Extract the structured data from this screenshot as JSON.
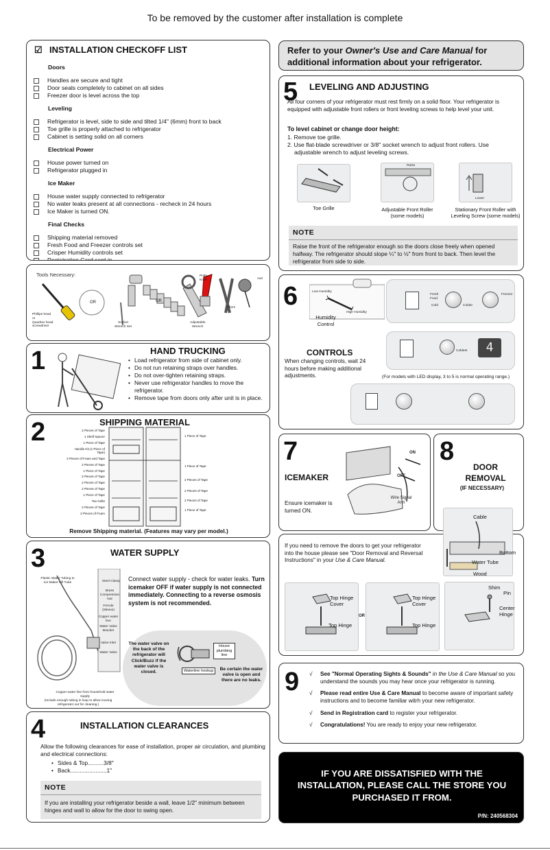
{
  "top_notice": "To be removed by the customer after installation is complete",
  "checklist": {
    "title": "INSTALLATION CHECKOFF LIST",
    "groups": [
      {
        "heading": "Doors",
        "items": [
          "Handles are secure and tight",
          "Door seals completely to cabinet on all sides",
          "Freezer door is level across the top"
        ]
      },
      {
        "heading": "Leveling",
        "items": [
          "Refrigerator is level, side to side and tilted 1/4\" (6mm) front to back",
          "Toe grille is properly attached to refrigerator",
          "Cabinet is setting solid on all corners"
        ]
      },
      {
        "heading": "Electrical Power",
        "items": [
          "House power turned on",
          "Refrigerator plugged in"
        ]
      },
      {
        "heading": "Ice Maker",
        "items": [
          "House water supply connected to refrigerator",
          "No water leaks present at all connections - recheck in 24 hours",
          "Ice Maker is turned ON."
        ]
      },
      {
        "heading": "Final Checks",
        "items": [
          "Shipping material removed",
          "Fresh Food and Freezer controls set",
          "Crisper Humidity controls set",
          "Registration Card sent in"
        ]
      }
    ]
  },
  "tools": {
    "title": "Tools Necessary:",
    "labels": {
      "phillips": "Phillips head",
      "or1": "or",
      "quadrex": "Quadrex head",
      "screwdriver": "screwdriver",
      "or2": "OR",
      "socket": "Socket",
      "wrench_set": "Wrench Set",
      "or3": "OR",
      "adjustable": "Adjustable",
      "wrench": "Wrench",
      "putty": "Putty",
      "knife": "Knife",
      "awl": "Awl",
      "pliers": "Pliers"
    }
  },
  "s1": {
    "num": "1",
    "title": "HAND TRUCKING",
    "bullets": [
      "Load refrigerator from side of cabinet only.",
      "Do not run retaining straps over handles.",
      "Do not over-tighten retaining straps.",
      "Never use refrigerator handles to move the refrigerator.",
      "Remove tape from doors only after unit is in place."
    ]
  },
  "s2": {
    "num": "2",
    "title": "SHIPPING MATERIAL",
    "caption": "Remove Shipping material. (Features may vary per model.)",
    "left_labels": [
      "2 Pieces of Tape",
      "1 Shelf Spacer",
      "1 Piece of Tape",
      "Handle Kit (1 Piece of Tape)",
      "2 Pieces of Foam and Tape",
      "2 Pieces of Tape",
      "1 Piece of Tape",
      "2 Pieces of Tape",
      "2 Pieces of Tape",
      "2 Pieces of Tape",
      "1 Piece of Tape",
      "Toe Grille",
      "2 Pieces of Tape",
      "2 Pieces of Foam"
    ],
    "right_labels": [
      "1 Piece of Tape",
      "1 Piece of Tape",
      "2 Pieces of Tape",
      "2 Pieces of Tape",
      "2 Pieces of Tape",
      "1 Piece of Tape"
    ]
  },
  "s3": {
    "num": "3",
    "title": "WATER SUPPLY",
    "intro": "Connect water supply - check for water leaks.",
    "warn": "Turn icemaker OFF if water supply is not connected immediately. Connecting to a reverse osmosis system is not recommended.",
    "labels": [
      "Plastic Water Tubing to Ice Maker Fill Tube",
      "Steel Clamp",
      "Brass Compression Nut",
      "Ferrule (Sleeve)",
      "Copper water line",
      "Water Valve Bracket",
      "Valve Inlet",
      "Water Valve",
      "Copper water line from household water supply",
      "(Include enough tubing in loop to allow moving refrigerator out for cleaning.)"
    ],
    "valve_note": "The water valve on the back of the refrigerator will Click/Buzz if the water valve is closed.",
    "plumbing": "House plumbing line",
    "hookup": "Waterline hookup",
    "certain": "Be certain the water valve is open and there are no leaks."
  },
  "s4": {
    "num": "4",
    "title": "INSTALLATION CLEARANCES",
    "intro": "Allow the following clearances for ease of installation, proper air circulation, and plumbing and electrical connections:",
    "bullets": [
      "Sides & Top..........3/8\"",
      "Back.......................1\""
    ],
    "note_head": "NOTE",
    "note": "If you are installing your refrigerator beside a wall, leave 1/2\" minimum between hinges and wall to allow for the door to swing open."
  },
  "owners": {
    "pre": "Refer to your ",
    "italic": "Owner's Use and Care Manual",
    "post": " for additional information about your refrigerator."
  },
  "s5": {
    "num": "5",
    "title": "LEVELING AND ADJUSTING",
    "intro": "All four corners of your refrigerator must rest firmly on a solid floor. Your refrigerator is equipped with adjustable front rollers or front leveling screws to help level your unit.",
    "subhead": "To level cabinet or change door height:",
    "steps": [
      "1. Remove toe grille.",
      "2. Use flat-blade screwdriver or 3/8\" socket wrench to adjust front rollers. Use adjustable wrench to adjust leveling screws."
    ],
    "captions": [
      "Toe Grille",
      "Adjustable Front Roller (some models)",
      "Stationary Front Roller with Leveling Screw (some models)"
    ],
    "raise": "Raise",
    "lower": "Lower",
    "note_head": "NOTE",
    "note": "Raise the front of the refrigerator enough so the doors close freely when opened halfway. The refrigerator should slope ¼\" to ½\" from front to back. Then level the refrigerator from side to side."
  },
  "s6": {
    "num": "6",
    "title": "CONTROLS",
    "text": "When changing controls, wait 24 hours before making additional adjustments.",
    "humidity": "Humidity Control",
    "low": "Low Humidity",
    "high": "High Humidity",
    "led_note": "(For models with LED display, 3 to 5 is normal operating range.)",
    "led_digit": "4",
    "dial_labels": [
      "Fresh Food",
      "Freezer",
      "Colder",
      "Cold",
      "Coldest"
    ]
  },
  "s7": {
    "num": "7",
    "title": "ICEMAKER",
    "text": "Ensure icemaker is turned ON.",
    "on": "ON",
    "off": "OFF",
    "arm": "Wire Signal Arm"
  },
  "s8": {
    "num": "8",
    "title": "DOOR REMOVAL",
    "sub": "(IF NECESSARY)",
    "text_pre": "If you need to remove the doors to get your refrigerator into the house please see \"Door Removal and Reversal Instructions\" in your ",
    "text_italic": "Use & Care Manual.",
    "labels": {
      "cable": "Cable",
      "bottom": "Bottom",
      "water_tube": "Water Tube",
      "wood": "Wood",
      "shim": "Shim",
      "pin": "Pin",
      "center_hinge": "Center Hinge",
      "top_hinge_cover": "Top Hinge Cover",
      "top_hinge": "Top Hinge",
      "or": "OR"
    }
  },
  "s9": {
    "num": "9",
    "items": [
      {
        "bold": "See \"Normal Operating Sights & Sounds\"",
        "italic": " in the Use & Care Manual",
        "rest": " so you understand the sounds you may hear once your refrigerator is running."
      },
      {
        "bold": "Please read entire Use & Care Manual",
        "italic": "",
        "rest": " to become aware of important safety instructions and to become familiar witrh your new refrigerator."
      },
      {
        "bold": "Send in Registration card",
        "italic": "",
        "rest": " to register your refrigerator."
      },
      {
        "bold": "Congratulations!",
        "italic": "",
        "rest": " You are ready to enjoy your new refrigerator."
      }
    ]
  },
  "dissatisfied": "IF YOU ARE DISSATISFIED WITH THE INSTALLATION, PLEASE CALL THE STORE YOU PURCHASED IT FROM.",
  "part_number": "P/N: 240568304"
}
